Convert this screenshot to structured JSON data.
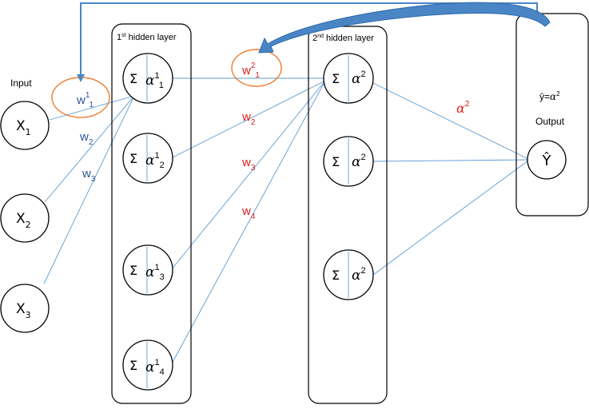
{
  "input_label": "Input",
  "hidden1": {
    "label_base": "1",
    "label_sup": "st",
    "label_rest": " hidden layer"
  },
  "hidden2": {
    "label_base": "2",
    "label_sup": "nd",
    "label_rest": " hidden layer"
  },
  "output": {
    "label": "Output",
    "formula_lhs": "ŷ=",
    "formula_alpha": "α",
    "formula_sup": "2",
    "node_text": "Ŷ"
  },
  "inputs": [
    {
      "base": "X",
      "sub": "1"
    },
    {
      "base": "X",
      "sub": "2"
    },
    {
      "base": "X",
      "sub": "3"
    }
  ],
  "hidden1_nodes": [
    {
      "sigma": "Σ",
      "alpha": "α",
      "sup": "1",
      "sub": "1"
    },
    {
      "sigma": "Σ",
      "alpha": "α",
      "sup": "1",
      "sub": "2"
    },
    {
      "sigma": "Σ",
      "alpha": "α",
      "sup": "1",
      "sub": "3"
    },
    {
      "sigma": "Σ",
      "alpha": "α",
      "sup": "1",
      "sub": "4"
    }
  ],
  "hidden2_nodes": [
    {
      "sigma": "Σ",
      "alpha": "α",
      "sup": "2"
    },
    {
      "sigma": "Σ",
      "alpha": "α",
      "sup": "2"
    },
    {
      "sigma": "Σ",
      "alpha": "α",
      "sup": "2"
    }
  ],
  "weights_left": {
    "w1": {
      "base": "w",
      "sup": "1",
      "sub": "1"
    },
    "w2": {
      "base": "w",
      "sub": "2"
    },
    "w3": {
      "base": "w",
      "sub": "3"
    }
  },
  "weights_right": {
    "w1": {
      "base": "w",
      "sup": "2",
      "sub": "1"
    },
    "w2": {
      "base": "w",
      "sub": "2"
    },
    "w3": {
      "base": "w",
      "sub": "3"
    },
    "w4": {
      "base": "w",
      "sub": "4"
    }
  },
  "alpha_edge_label": {
    "alpha": "α",
    "sup": "2"
  },
  "colors": {
    "line": "#5b9bd5",
    "arrow": "#4a86c5",
    "circle_highlight": "#ed7d31",
    "weight_blue": "#2e5597",
    "weight_red": "#e0201b",
    "stroke": "#000000"
  }
}
